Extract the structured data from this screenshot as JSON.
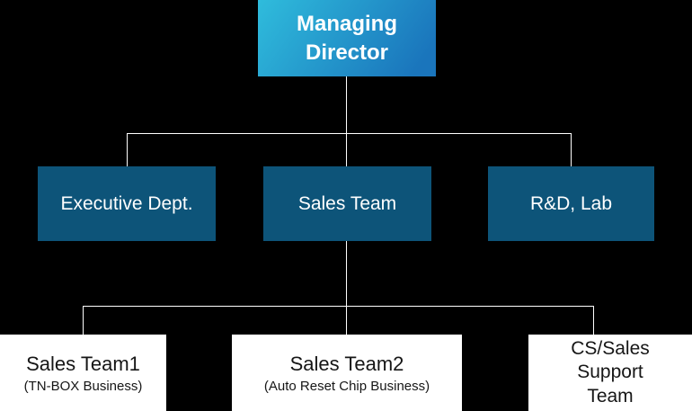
{
  "colors": {
    "background": "#000000",
    "root_gradient_start": "#2fbcdc",
    "root_gradient_end": "#1a75bc",
    "level2_box": "#0d5479",
    "level3_box": "#ffffff",
    "box_text_light": "#ffffff",
    "box_text_dark": "#161616",
    "connector": "#ffffff"
  },
  "org": {
    "root": {
      "label": "Managing Director"
    },
    "level2": [
      {
        "label": "Executive Dept."
      },
      {
        "label": "Sales Team"
      },
      {
        "label": "R&D, Lab"
      }
    ],
    "level3": [
      {
        "title": "Sales Team1",
        "subtitle": "(TN-BOX Business)"
      },
      {
        "title": "Sales Team2",
        "subtitle": "(Auto Reset Chip Business)"
      },
      {
        "title": "CS/Sales Support Team",
        "subtitle": ""
      }
    ]
  }
}
